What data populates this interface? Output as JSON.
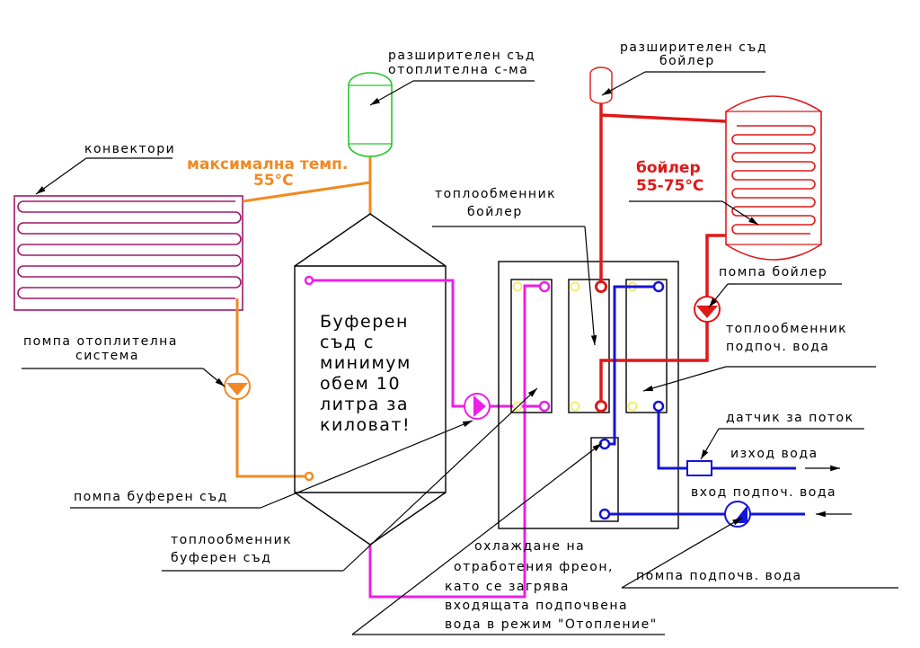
{
  "colors": {
    "heating_circuit": "#f08a24",
    "boiler_circuit": "#e01818",
    "buffer_circuit": "#ee1fe6",
    "make_up_water_circuit": "#1414d8",
    "heating_expansion_vessel": "#22c82a",
    "convector_coil": "#a01868",
    "unused_port": "#f2e84a"
  },
  "labels": {
    "convectors": "конвектори",
    "max_temp_line1": "максимална темп.",
    "max_temp_line2": "55°C",
    "heating_expansion_line1": "разширителен съд",
    "heating_expansion_line2": "отоплителна с-ма",
    "boiler_expansion_line1": "разширителен съд",
    "boiler_expansion_line2": "бойлер",
    "boiler_title_line1": "бойлер",
    "boiler_title_line2": "55-75°C",
    "hx_boiler_line1": "топлообменник",
    "hx_boiler_line2": "бойлер",
    "boiler_pump": "помпа бойлер",
    "hx_makeup_line1": "топлообменник",
    "hx_makeup_line2": "подпоч. вода",
    "heating_pump_line1": "помпа отоплителна",
    "heating_pump_line2": "система",
    "buffer_text": [
      "Буферен",
      "съд с",
      "минимум",
      "обем 10",
      "литра за",
      "киловат!"
    ],
    "flow_sensor": "датчик за поток",
    "water_out": "изход вода",
    "makeup_in": "вход подпоч. вода",
    "buffer_pump": "помпа буферен съд",
    "hx_buffer_line1": "топлообменник",
    "hx_buffer_line2": "буферен съд",
    "makeup_pump": "помпа подпочв. вода",
    "freon_note": [
      "охлаждане на",
      "отработения фреон,",
      "като се загрява",
      "входящата подпочвена",
      "вода в режим \"Отопление\""
    ]
  }
}
